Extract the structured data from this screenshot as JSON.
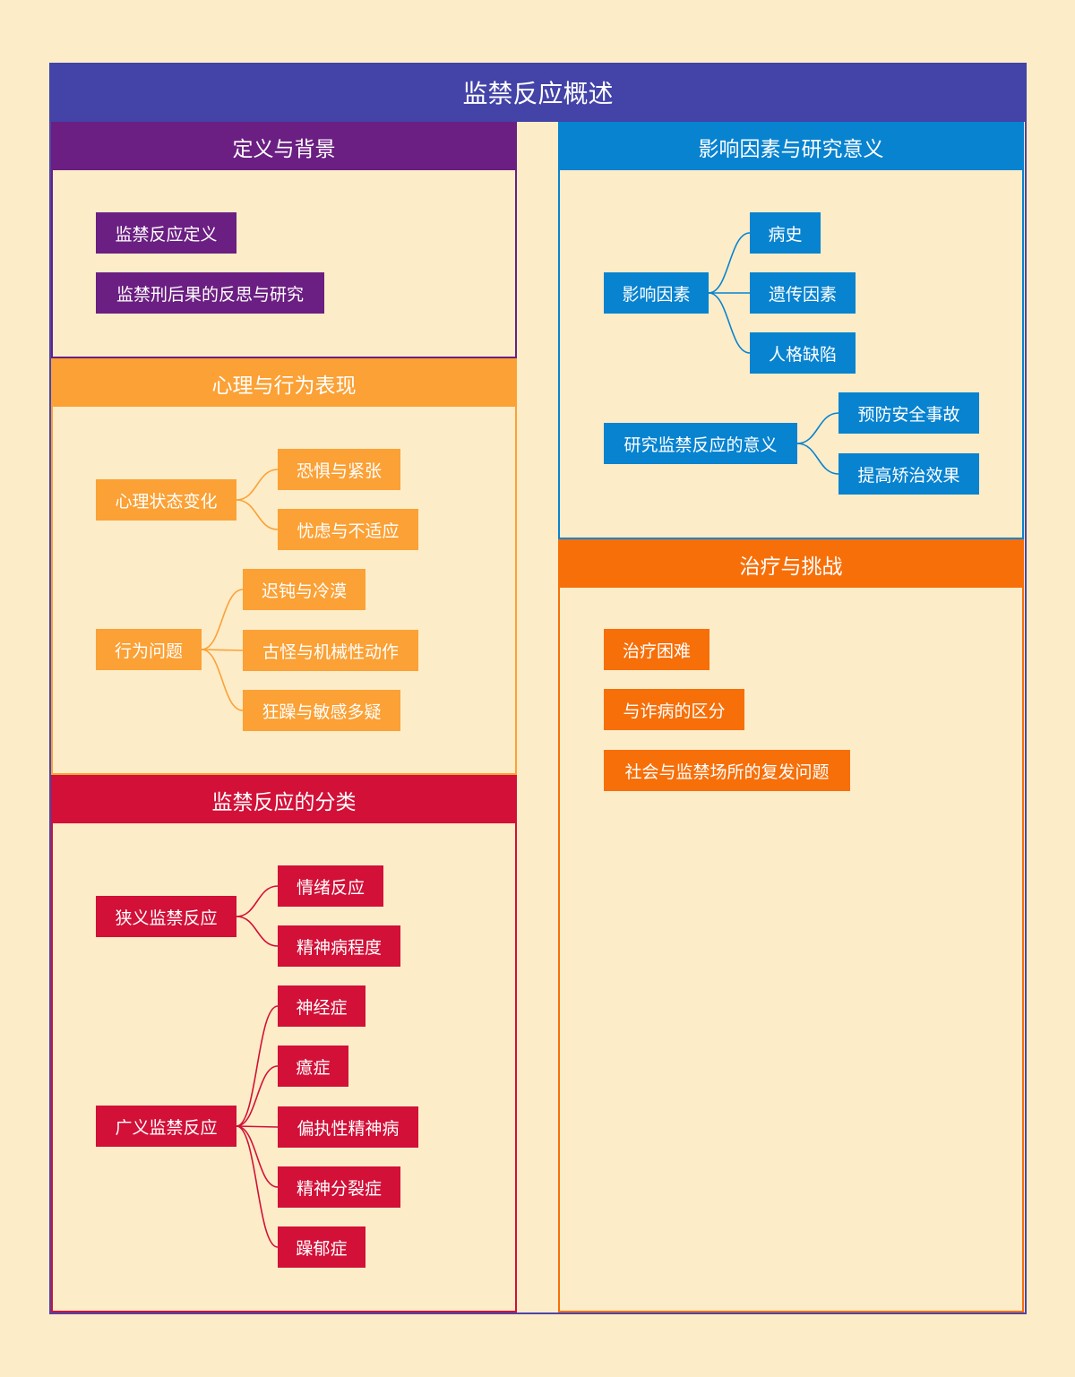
{
  "title": "监禁反应概述",
  "colors": {
    "purple": "#6b1f82",
    "orange": "#fba135",
    "red": "#d21038",
    "blue": "#0783d0",
    "deep_orange": "#f76f09",
    "indigo": "#4343a8"
  },
  "panels": {
    "definition": {
      "title": "定义与背景",
      "items": [
        "监禁反应定义",
        "监禁刑后果的反思与研究"
      ]
    },
    "psychology": {
      "title": "心理与行为表现",
      "groups": [
        {
          "label": "心理状态变化",
          "children": [
            "恐惧与紧张",
            "忧虑与不适应"
          ]
        },
        {
          "label": "行为问题",
          "children": [
            "迟钝与冷漠",
            "古怪与机械性动作",
            "狂躁与敏感多疑"
          ]
        }
      ]
    },
    "classification": {
      "title": "监禁反应的分类",
      "groups": [
        {
          "label": "狭义监禁反应",
          "children": [
            "情绪反应",
            "精神病程度"
          ]
        },
        {
          "label": "广义监禁反应",
          "children": [
            "神经症",
            "癔症",
            "偏执性精神病",
            "精神分裂症",
            "躁郁症"
          ]
        }
      ]
    },
    "factors": {
      "title": "影响因素与研究意义",
      "groups": [
        {
          "label": "影响因素",
          "children": [
            "病史",
            "遗传因素",
            "人格缺陷"
          ]
        },
        {
          "label": "研究监禁反应的意义",
          "children": [
            "预防安全事故",
            "提高矫治效果"
          ]
        }
      ]
    },
    "treatment": {
      "title": "治疗与挑战",
      "items": [
        "治疗困难",
        "与诈病的区分",
        "社会与监禁场所的复发问题"
      ]
    }
  }
}
